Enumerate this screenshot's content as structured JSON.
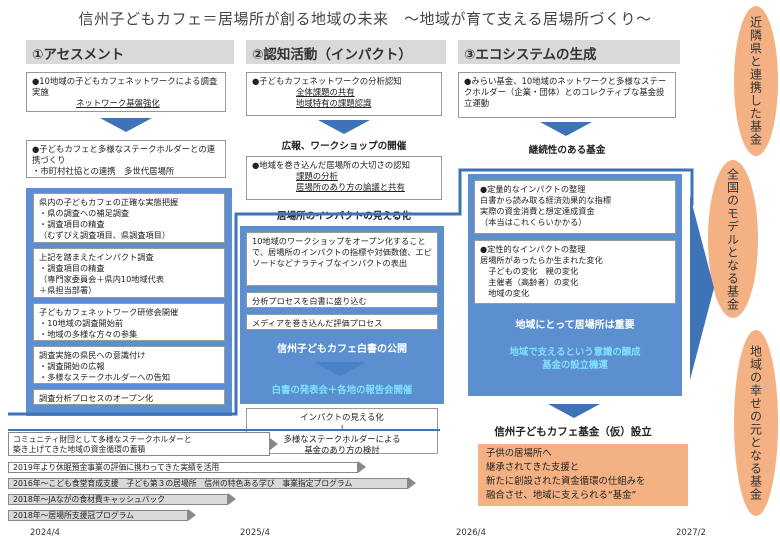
{
  "title": "信州子どもカフェ＝居場所が創る地域の未来　～地域が育て支える居場所づくり～",
  "sections": {
    "s1": "①アセスメント",
    "s2": "②認知活動（インパクト）",
    "s3": "③エコシステムの生成"
  },
  "col1": {
    "box1_text": "●10地域の子どもカフェネットワークによる調査実施",
    "box1_u": "ネットワーク基盤強化",
    "box2_text": "●子どもカフェと多様なステークホルダーとの連携づくり",
    "box2_sub": "・市町村社協との連携　多世代居場所",
    "panel": [
      "県内の子どもカフェの正確な実態把握\n・県の調査への補足調査\n・調査項目の精査\n（むずびえ調査項目、県調査項目）",
      "上記を踏まえたインパクト調査\n・調査項目の精査\n（専門家委員会＋県内10地域代表\n＋県担当部署）",
      "子どもカフェネットワーク研修会開催\n・10地域の調査開始前\n・地域の多様な方々の参集",
      "調査実施の県民への意識付け\n・調査開始の広報\n・多様なステークホルダーへの告知",
      "調査分析プロセスのオープン化"
    ]
  },
  "col2": {
    "box1_text": "●子どもカフェネットワークの分析認知",
    "box1_u1": "全体課題の共有",
    "box1_u2": "地域特有の課題認識",
    "label1": "広報、ワークショップの開催",
    "box2_text": "●地域を巻き込んだ居場所の大切さの認知",
    "box2_u1": "課題の分析",
    "box2_u2": "居場所のあり方の論議と共有",
    "label2": "居場所のインパクトの見える化",
    "p1": "10地域のワークショップをオープン化することで、居場所のインパクトの指標や対価数値、エピソードなどナラティブなインパクトの表出",
    "p2": "分析プロセスを白書に盛り込む",
    "p3": "メディアを巻き込んだ評価プロセス",
    "white_label": "信州子どもカフェ白書の公開",
    "cyan_label": "白書の発表会＋各地の報告会開催",
    "bottom_line1": "インパクトの見える化",
    "bottom_arrow": "↓",
    "bottom_line2": "多様なステークホルダーによる",
    "bottom_line3": "基金のあり方の検討"
  },
  "col3": {
    "box1_text": "●みらい基金、10地域のネットワークと多様なステークホルダー（企業・団体）とのコレクティブな基金設立運動",
    "label1": "継続性のある基金",
    "q1": "●定量的なインパクトの整理\n白書から読み取る経済効果的な指標\n実際の資金消費と想定達成資金\n（本当はこれくらいかかる）",
    "q2": "●定性的なインパクトの整理\n居場所があったらか生まれた変化\n　子どもの変化　親の変化\n　主催者（高齢者）の変化\n　地域の変化",
    "white_label": "地域にとって居場所は重要",
    "cyan_label": "地域で支えるという意識の醸成\n基金の設立機運",
    "fund_label": "信州子どもカフェ基金（仮）設立",
    "orange_box": "子供の居場所へ\n継承されてきた支援と\n新たに創設された資金循環の仕組みを\n融合させ、地域に支えられる“基金”"
  },
  "ovals": {
    "o1": "近隣県と連携した基金",
    "o2": "全国のモデルとなる基金",
    "o3": "地域の幸せの元となる基金"
  },
  "timeline": {
    "bars": [
      "コミュニティ財団として多様なステークホルダーと",
      "築き上げてきた地域の資金循環の蓄積",
      "2019年より休眠預金事業の評価に携わってきた実績を活用",
      "2016年～こども食堂育成支援　子ども第３の居場所　信州の特色ある学び　事業指定プログラム",
      "2018年～JAながの食材費キャッシュバック",
      "2018年～居場所支援冠プログラム"
    ],
    "years": [
      "2024/4",
      "2025/4",
      "2026/4",
      "2027/2"
    ]
  },
  "colors": {
    "blue_dark": "#3e73b8",
    "blue_panel": "#5b8fcf",
    "cyan_text": "#7fe1ff",
    "orange": "#f4b183",
    "gray": "#d9d9d9"
  }
}
